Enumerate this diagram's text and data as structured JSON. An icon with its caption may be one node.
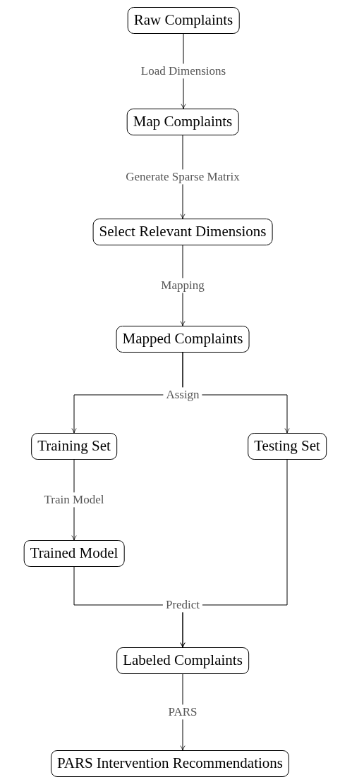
{
  "diagram": {
    "nodes": [
      {
        "text": [
          "Raw Complaints"
        ]
      },
      {
        "text": [
          "Map Complaints"
        ]
      },
      {
        "text": [
          "Select Relevant Dimensions"
        ]
      },
      {
        "text": [
          "Mapped Complaints"
        ]
      },
      {
        "text": [
          "Training Set"
        ]
      },
      {
        "text": [
          "Testing Set"
        ]
      },
      {
        "text": [
          "Trained Model"
        ]
      },
      {
        "text": [
          "Labeled Complaints"
        ]
      },
      {
        "text": [
          "PARS Intervention Recommendations"
        ]
      }
    ],
    "edges": [
      {
        "from": 0,
        "to": 1,
        "arrow": "to",
        "label": "Load Dimensions"
      },
      {
        "from": 1,
        "to": 2,
        "arrow": "to",
        "label": "Generate Sparse Matrix"
      },
      {
        "from": 2,
        "to": 3,
        "arrow": "to",
        "label": "Mapping"
      },
      {
        "from": 3,
        "to": 4,
        "arrow": "to",
        "label": "Assign"
      },
      {
        "from": 3,
        "to": 5,
        "arrow": "to"
      },
      {
        "from": 4,
        "to": 6,
        "arrow": "to",
        "label": "Train Model"
      },
      {
        "from": 6,
        "to": 7,
        "arrow": "to",
        "label": "Predict"
      },
      {
        "from": 5,
        "to": 7,
        "arrow": "to"
      },
      {
        "from": 7,
        "to": 8,
        "arrow": "to",
        "label": "PARS"
      }
    ]
  }
}
